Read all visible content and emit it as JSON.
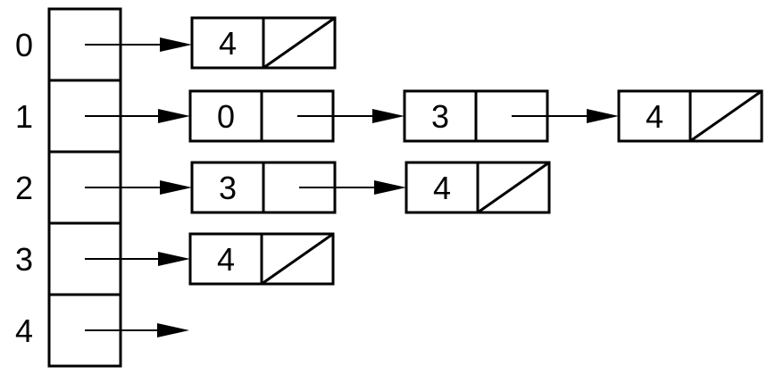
{
  "indices": [
    "0",
    "1",
    "2",
    "3",
    "4"
  ],
  "lists": [
    [
      "4"
    ],
    [
      "0",
      "3",
      "4"
    ],
    [
      "3",
      "4"
    ],
    [
      "4"
    ],
    []
  ]
}
